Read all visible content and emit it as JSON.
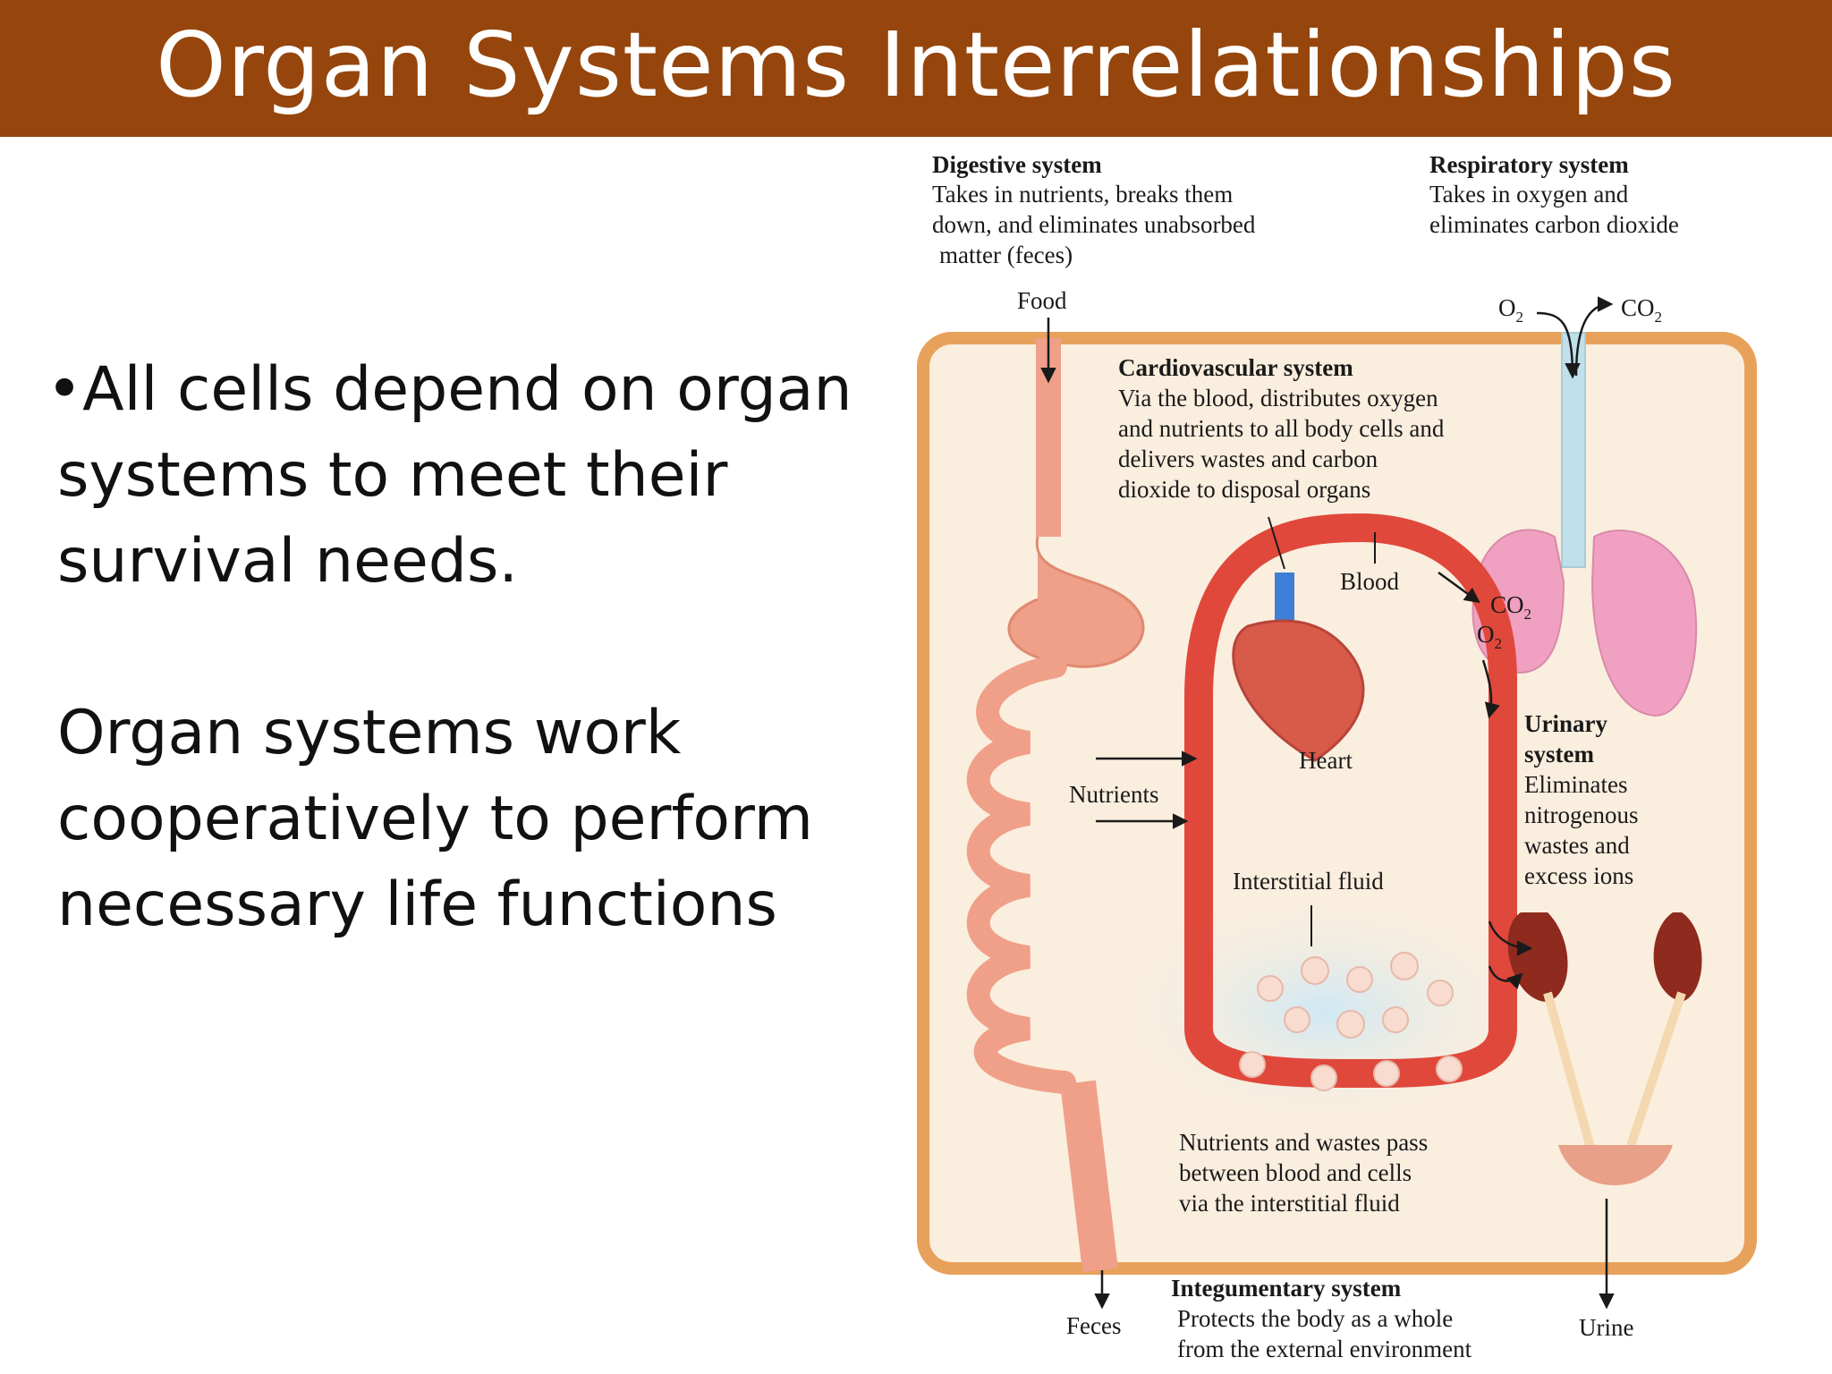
{
  "title": "Organ Systems Interrelationships",
  "bullet": {
    "symbol": "•",
    "lines": [
      "All cells depend on organ",
      "systems to meet their",
      "survival needs."
    ]
  },
  "paragraph": {
    "lines": [
      "Organ systems work",
      "cooperatively to perform",
      "necessary life functions"
    ]
  },
  "diagram": {
    "digestive": {
      "heading": "Digestive system",
      "lines": [
        "Takes in nutrients, breaks them",
        "down, and eliminates unabsorbed",
        "matter (feces)"
      ]
    },
    "respiratory": {
      "heading": "Respiratory system",
      "lines": [
        "Takes in oxygen and",
        "eliminates carbon dioxide"
      ]
    },
    "cardiovascular": {
      "heading": "Cardiovascular system",
      "lines": [
        "Via the blood, distributes oxygen",
        "and nutrients to all body cells and",
        "delivers wastes and carbon",
        "dioxide to disposal organs"
      ]
    },
    "urinary": {
      "heading_lines": [
        "Urinary",
        "system"
      ],
      "lines": [
        "Eliminates",
        "nitrogenous",
        "wastes and",
        "excess ions"
      ]
    },
    "integumentary": {
      "heading": "Integumentary system",
      "lines": [
        "Protects the body as a whole",
        "from the external environment"
      ]
    },
    "exchange_note": {
      "lines": [
        "Nutrients and wastes pass",
        "between blood and cells",
        "via the interstitial fluid"
      ]
    },
    "labels": {
      "food": "Food",
      "o2": "O",
      "co2": "CO",
      "sub2": "2",
      "blood": "Blood",
      "heart": "Heart",
      "nutrients": "Nutrients",
      "interstitial": "Interstitial fluid",
      "feces": "Feces",
      "urine": "Urine"
    },
    "colors": {
      "title_bar": "#96460c",
      "body_outline": "#e8a15a",
      "body_fill": "#faeede",
      "blood_vessel": "#e0483c",
      "gut": "#f0a088",
      "lung": "#f0a0c0",
      "kidney": "#8e2a1e",
      "trachea": "#bfe0ea",
      "fluid": "#cfe8f4"
    }
  }
}
